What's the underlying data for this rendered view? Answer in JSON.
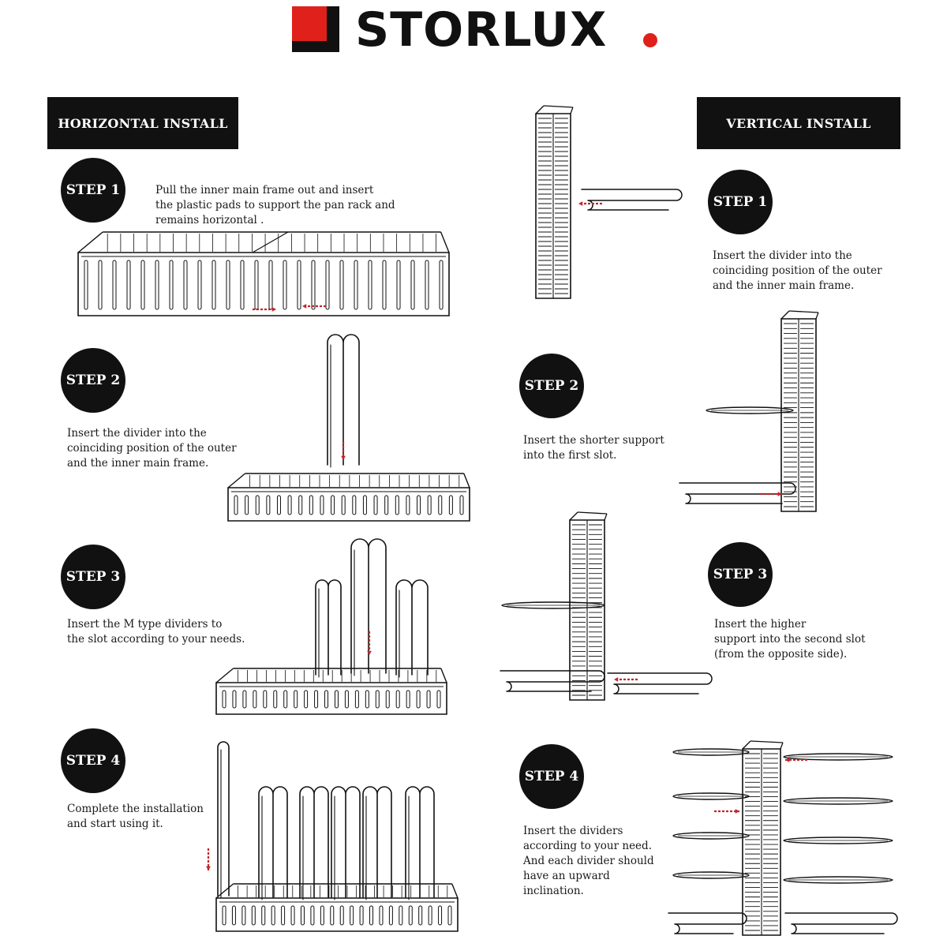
{
  "brand": {
    "name": "STORLUX",
    "accent_color": "#e0201b",
    "logo_icon": "square-bracket-logo-icon"
  },
  "sections": {
    "horizontal": {
      "label": "HORIZONTAL INSTALL"
    },
    "vertical": {
      "label": "VERTICAL INSTALL"
    }
  },
  "horizontal_steps": [
    {
      "badge": "STEP 1",
      "text": "Pull the inner main frame out and insert\nthe plastic pads to support the pan rack and\nremains horizontal ."
    },
    {
      "badge": "STEP 2",
      "text": "Insert the divider into the\ncoinciding position of the outer\nand the inner main frame."
    },
    {
      "badge": "STEP 3",
      "text": "Insert the M type dividers to\nthe slot according to your needs."
    },
    {
      "badge": "STEP 4",
      "text": "Complete the installation\nand start using it."
    }
  ],
  "vertical_steps": [
    {
      "badge": "STEP 1",
      "text": "Insert the divider into the\ncoinciding position of the outer\nand the inner main frame."
    },
    {
      "badge": "STEP 2",
      "text": "Insert the shorter support\ninto the first slot."
    },
    {
      "badge": "STEP 3",
      "text": "Insert the higher\nsupport into the second slot\n(from the opposite side)."
    },
    {
      "badge": "STEP 4",
      "text": "Insert the dividers\naccording  to your need.\nAnd each divider should\nhave an upward\ninclination."
    }
  ],
  "colors": {
    "ink": "#111111",
    "arrow": "#c0262b",
    "background": "#ffffff"
  }
}
